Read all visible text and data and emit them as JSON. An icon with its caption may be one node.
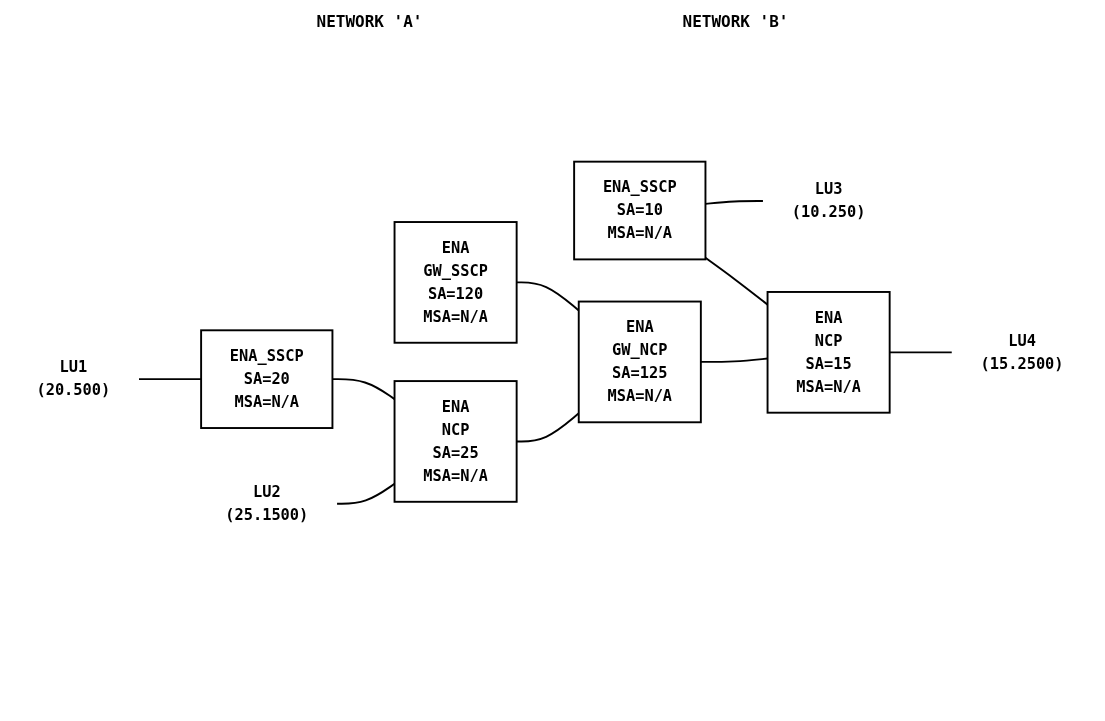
{
  "diagram": {
    "nodes": [
      {
        "text": [
          "LU1",
          "(20.500)"
        ]
      },
      {
        "text": [
          "ENA_SSCP",
          "SA=20",
          "MSA=N/A"
        ]
      },
      {
        "text": [
          "ENA",
          "GW_SSCP",
          "SA=120",
          "MSA=N/A"
        ]
      },
      {
        "text": [
          "ENA_SSCP",
          "SA=10",
          "MSA=N/A"
        ]
      },
      {
        "text": [
          "LU3",
          "(10.250)"
        ]
      },
      {
        "text": [
          "LU2",
          "(25.1500)"
        ]
      },
      {
        "text": [
          "ENA",
          "NCP",
          "SA=25",
          "MSA=N/A"
        ]
      },
      {
        "text": [
          "ENA",
          "GW_NCP",
          "SA=125",
          "MSA=N/A"
        ]
      },
      {
        "text": [
          "ENA",
          "NCP",
          "SA=15",
          "MSA=N/A"
        ]
      },
      {
        "text": [
          "LU4",
          "(15.2500)"
        ]
      }
    ],
    "edges": [
      {
        "from": 0,
        "to": 1,
        "arrow": "none"
      },
      {
        "from": 1,
        "to": 6,
        "arrow": "none"
      },
      {
        "from": 2,
        "to": 7,
        "arrow": "none"
      },
      {
        "from": 3,
        "to": 4,
        "arrow": "none"
      },
      {
        "from": 3,
        "to": 8,
        "arrow": "none"
      },
      {
        "from": 5,
        "to": 6,
        "arrow": "none"
      },
      {
        "from": 6,
        "to": 7,
        "arrow": "none"
      },
      {
        "from": 7,
        "to": 8,
        "arrow": "none"
      },
      {
        "from": 8,
        "to": 9,
        "arrow": "none"
      }
    ],
    "labels": [
      "NETWORK 'A'",
      "NETWORK 'B'"
    ]
  }
}
